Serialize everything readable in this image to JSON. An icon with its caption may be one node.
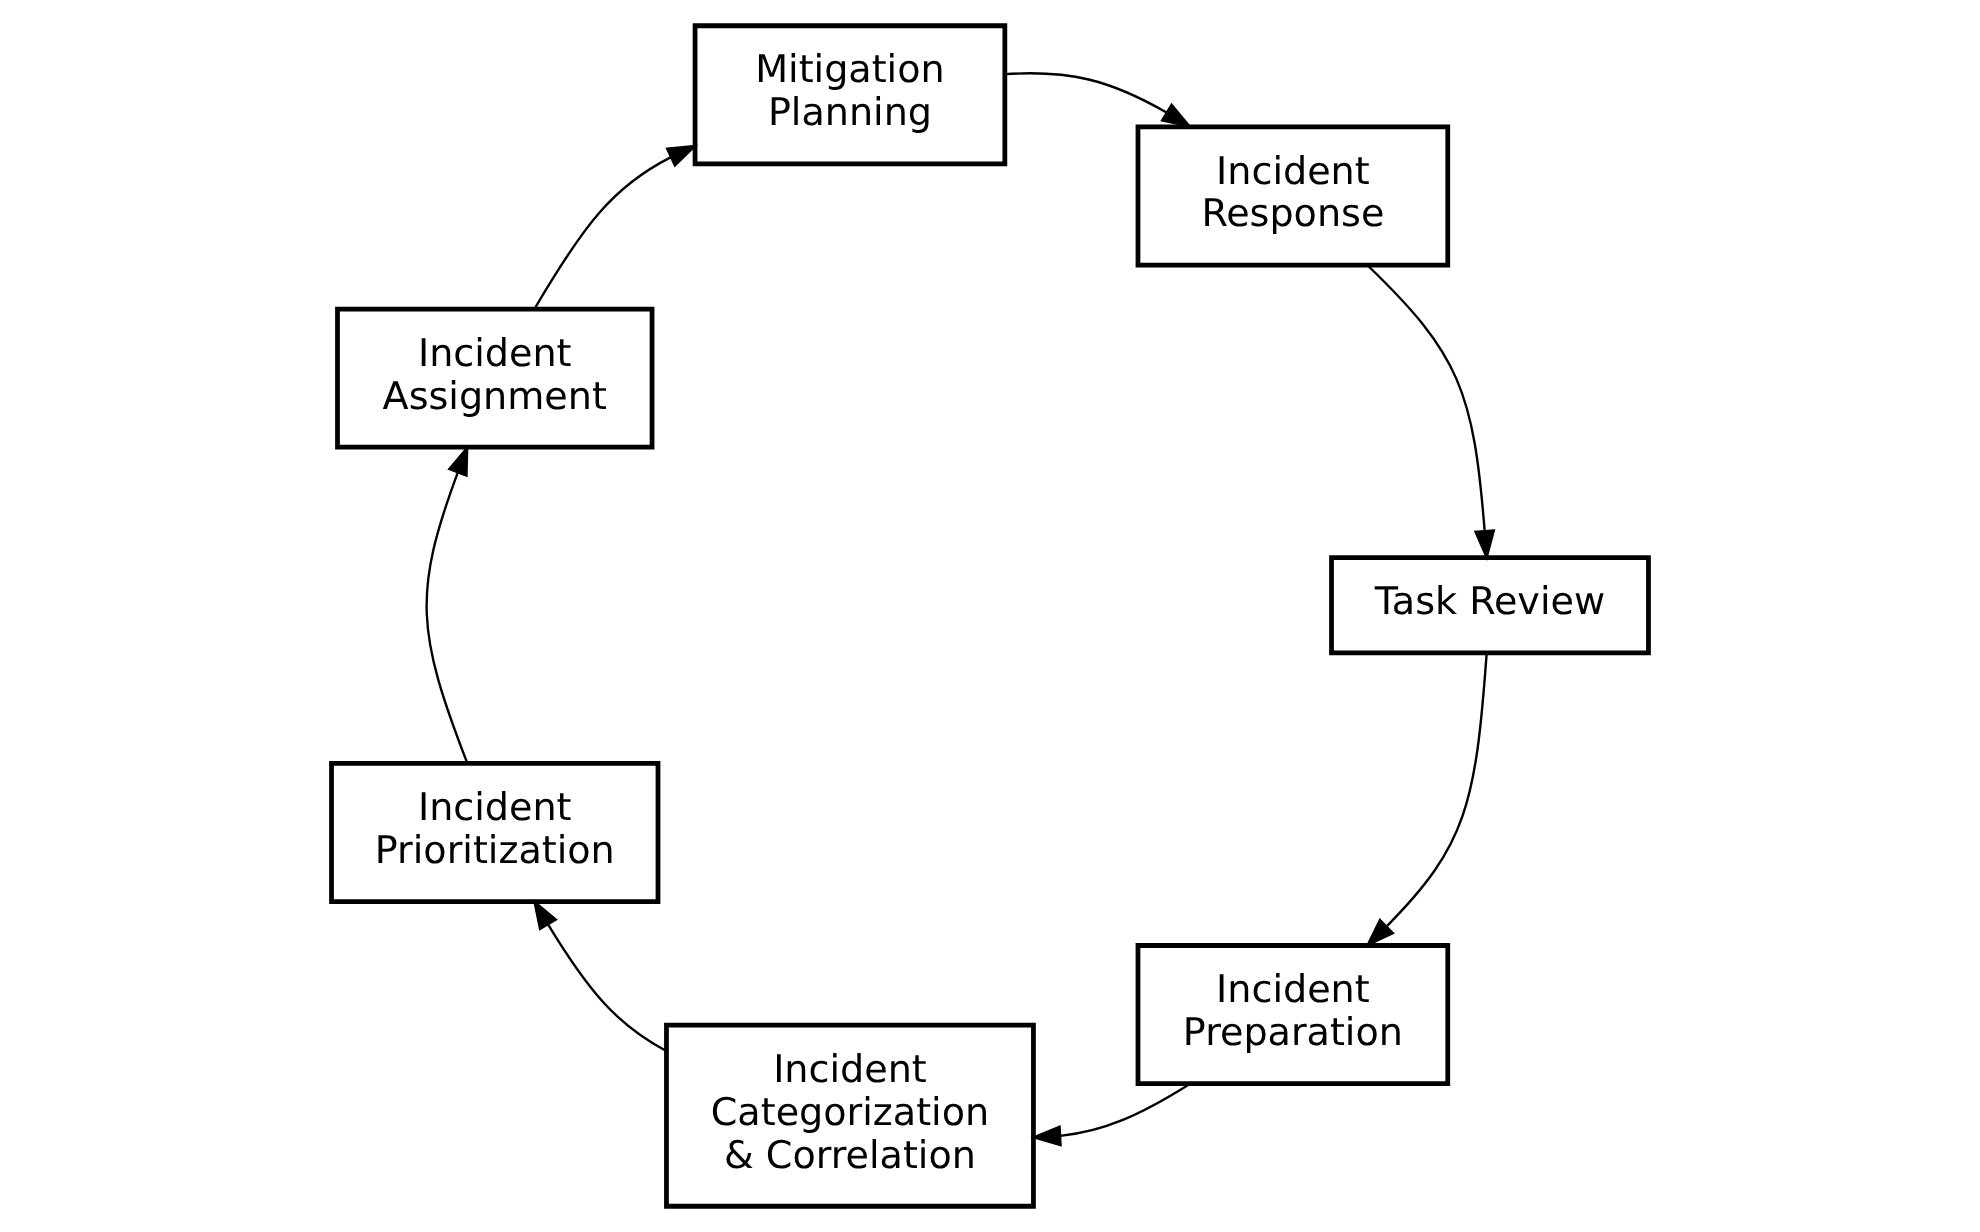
{
  "diagram": {
    "nodes": [
      {
        "text": [
          "Incident Preparation"
        ]
      },
      {
        "text": [
          "Incident Categorization & Correlation"
        ]
      },
      {
        "text": [
          "Task Review"
        ]
      },
      {
        "text": [
          "Incident Prioritization"
        ]
      },
      {
        "text": [
          "Incident Response"
        ]
      },
      {
        "text": [
          "Incident Assignment"
        ]
      },
      {
        "text": [
          "Mitigation Planning"
        ]
      }
    ],
    "edges": [
      {
        "from": 2,
        "to": 0,
        "arrow": "to"
      },
      {
        "from": 0,
        "to": 1,
        "arrow": "to"
      },
      {
        "from": 1,
        "to": 3,
        "arrow": "to"
      },
      {
        "from": 3,
        "to": 5,
        "arrow": "to"
      },
      {
        "from": 5,
        "to": 6,
        "arrow": "to"
      },
      {
        "from": 6,
        "to": 4,
        "arrow": "to"
      },
      {
        "from": 4,
        "to": 2,
        "arrow": "to"
      }
    ]
  }
}
